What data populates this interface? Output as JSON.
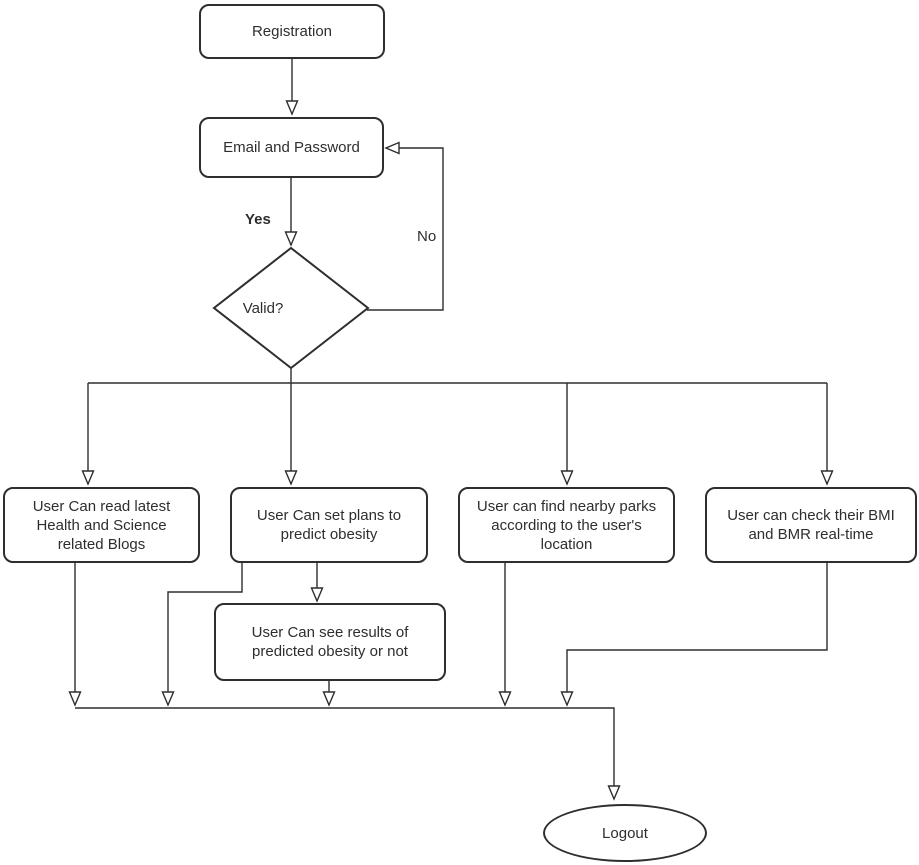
{
  "diagram": {
    "type": "flowchart",
    "colors": {
      "background": "#ffffff",
      "line": "#2e2e2e",
      "text": "#2e2e2e",
      "node_fill": "#ffffff"
    },
    "nodes": {
      "registration": {
        "label": "Registration",
        "shape": "rounded-rectangle"
      },
      "email_password": {
        "label": "Email and Password",
        "shape": "rounded-rectangle"
      },
      "valid": {
        "label": "Valid?",
        "shape": "diamond"
      },
      "read_blogs": {
        "label": "User Can read latest Health and Science related Blogs",
        "shape": "rounded-rectangle"
      },
      "set_plans": {
        "label": "User Can set plans to predict obesity",
        "shape": "rounded-rectangle"
      },
      "find_parks": {
        "label": "User can find nearby parks according to the user's location",
        "shape": "rounded-rectangle"
      },
      "check_bmi": {
        "label": "User can check their BMI and BMR real-time",
        "shape": "rounded-rectangle"
      },
      "see_results": {
        "label": "User Can see results of predicted obesity or not",
        "shape": "rounded-rectangle"
      },
      "logout": {
        "label": "Logout",
        "shape": "ellipse"
      }
    },
    "edge_labels": {
      "yes": "Yes",
      "no": "No"
    }
  }
}
